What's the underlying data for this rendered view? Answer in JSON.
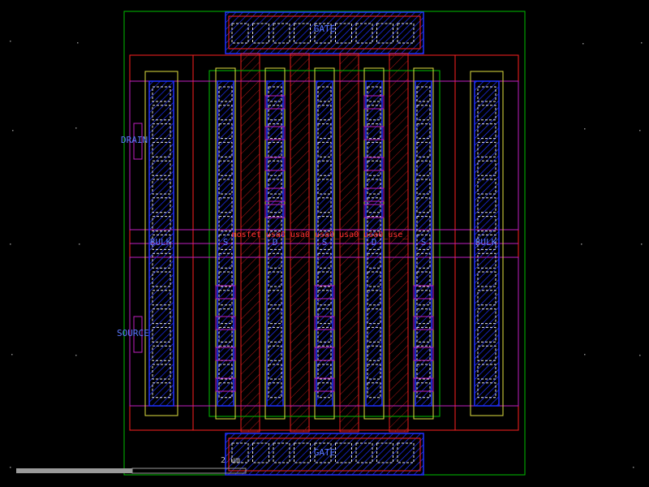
{
  "labels": {
    "gate_top": "GATE",
    "gate_bottom": "GATE",
    "drain": "DRAIN",
    "source": "SOURCE",
    "bulk_left": "BULK",
    "bulk_right": "BULK",
    "finger_1": "S",
    "finger_2": "D",
    "finger_3": "S",
    "finger_4": "D",
    "finger_5": "S",
    "cell_name": "mosfet_usa0_usa0_usa0_usa0_usa0_use_"
  },
  "scalebar": {
    "label": "2 um"
  },
  "colors": {
    "background": "#000000",
    "nwell": "#00c000",
    "poly": "#ff2020",
    "metal1": "#2030ff",
    "metal2": "#c020c0",
    "active": "#e0e040",
    "contact": "#e8e8e8",
    "label": "#5a78ff"
  }
}
